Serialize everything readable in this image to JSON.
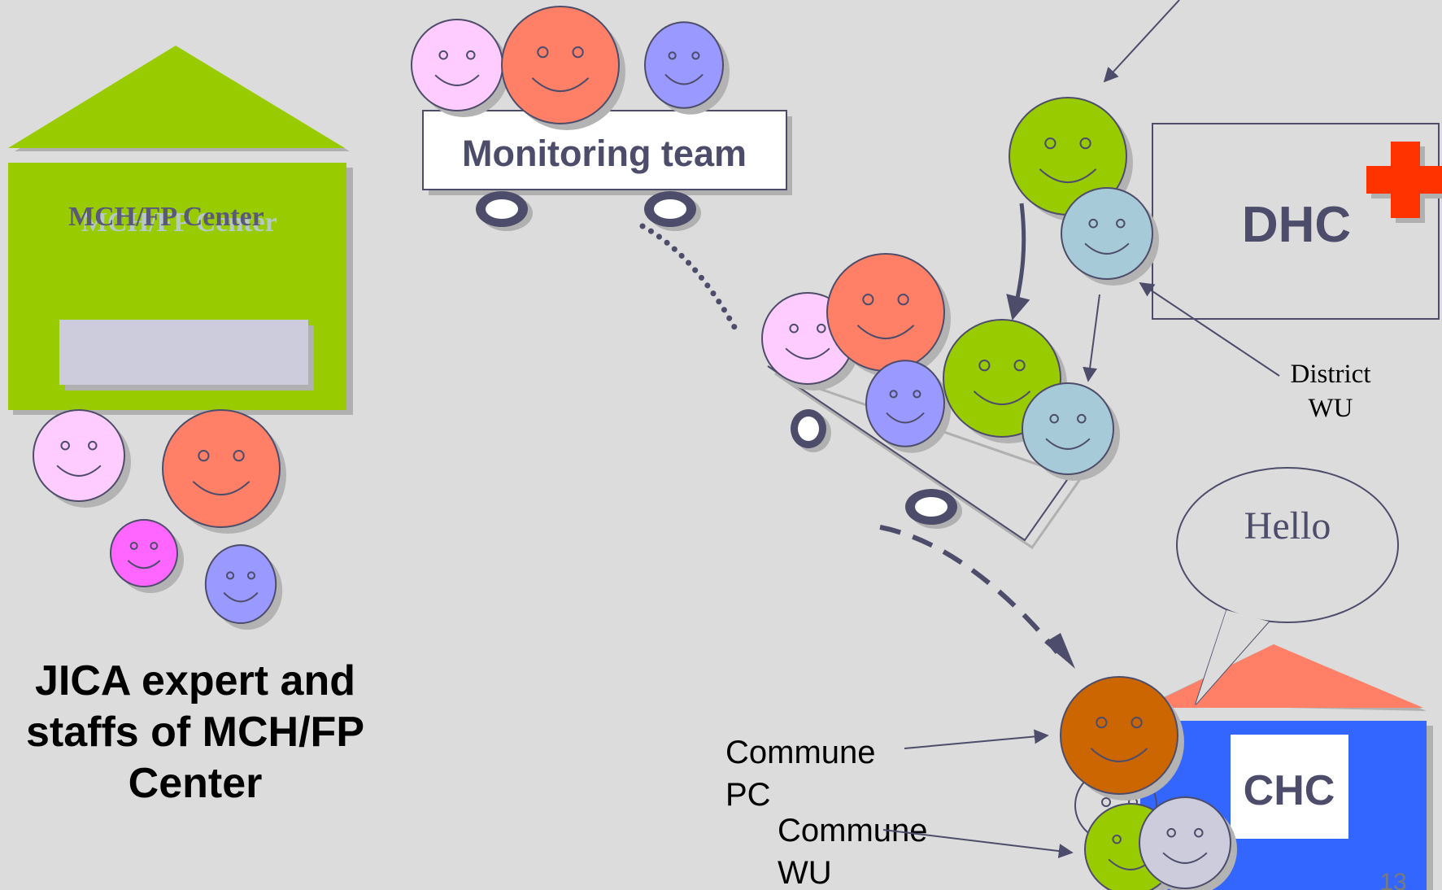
{
  "labels": {
    "mch_center": "MCH/FP Center",
    "jica_line1": "JICA expert and",
    "jica_line2": "staffs of MCH/FP",
    "jica_line3": "Center",
    "monitoring_team": "Monitoring team",
    "dhc": "DHC",
    "district_line1": "District",
    "district_line2": "WU",
    "hello": "Hello",
    "chc": "CHC",
    "commune_pc_line1": "Commune",
    "commune_pc_line2": "PC",
    "commune_wu_line1": "Commune",
    "commune_wu_line2": "WU",
    "slide_number": "13"
  },
  "colors": {
    "background": "#dcdcdc",
    "mch_building": "#99cc00",
    "mch_window": "#ccccdd",
    "chc_building": "#3366ff",
    "chc_roof": "#ff8066",
    "red_cross": "#ff3300",
    "pink_face": "#ffccff",
    "orange_face": "#ff8066",
    "violet_face": "#9999ff",
    "magenta_face": "#ff66ff",
    "green_face": "#99cc00",
    "blue_face": "#a6cad8",
    "brown_face": "#cc6600",
    "lavender_face": "#ccccdd",
    "line": "#4d4d6b"
  }
}
